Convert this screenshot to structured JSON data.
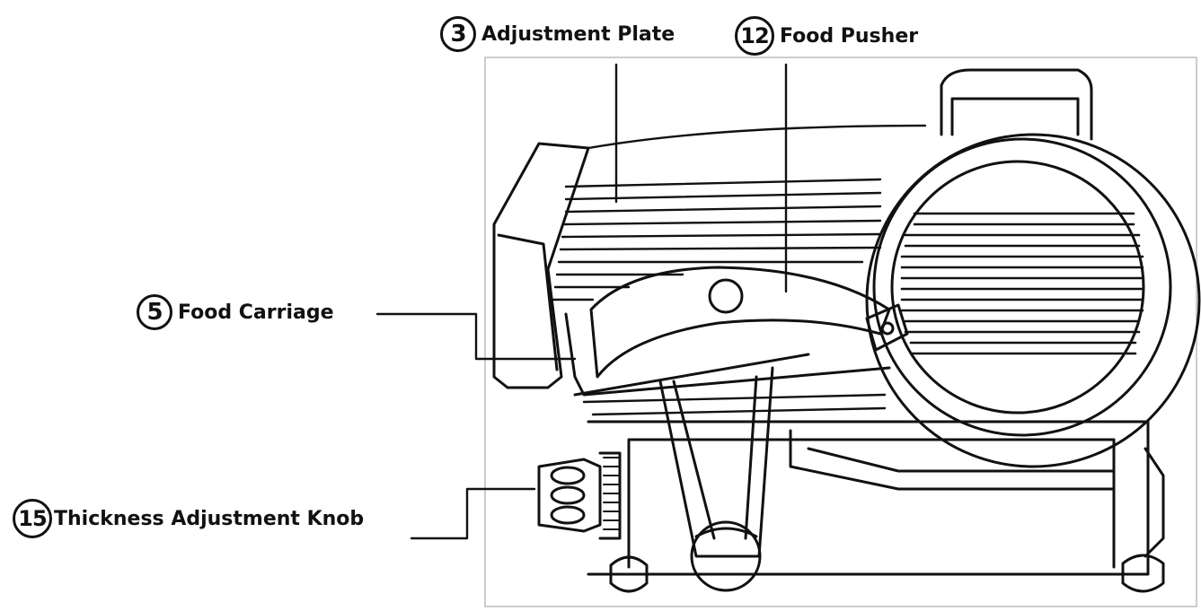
{
  "diagram": {
    "callouts": [
      {
        "number": "3",
        "label": "Adjustment Plate"
      },
      {
        "number": "12",
        "label": "Food Pusher"
      },
      {
        "number": "5",
        "label": "Food Carriage"
      },
      {
        "number": "15",
        "label": "Thickness Adjustment Knob"
      }
    ]
  }
}
